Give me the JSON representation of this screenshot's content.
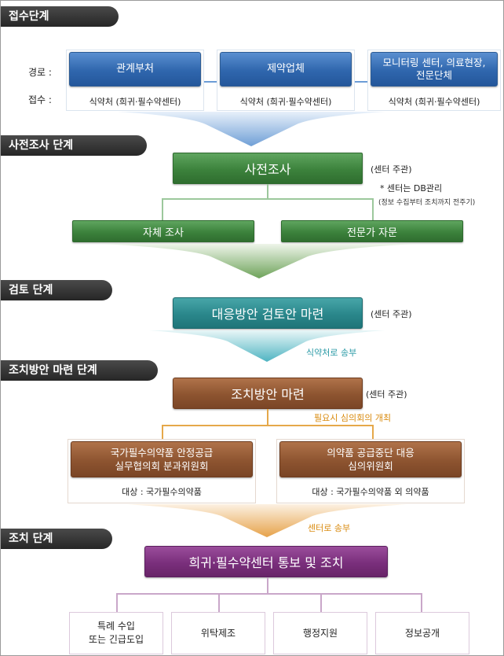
{
  "stages": {
    "s1": "접수단계",
    "s2": "사전조사 단계",
    "s3": "검토 단계",
    "s4": "조치방안 마련 단계",
    "s5": "조치 단계"
  },
  "intake": {
    "route_label": "경로 :",
    "receive_label": "접수 :",
    "sources": [
      {
        "name": "관계부처",
        "sub": "식약처 (희귀·필수약센터)"
      },
      {
        "name": "제약업체",
        "sub": "식약처 (희귀·필수약센터)"
      },
      {
        "name": "모니터링 센터, 의료현장,\n전문단체",
        "sub": "식약처 (희귀·필수약센터)"
      }
    ]
  },
  "pre": {
    "main": "사전조사",
    "note": "(센터 주관)",
    "db_note": "* 센터는 DB관리",
    "db_sub": "(정보 수집부터 조치까지 전주기)",
    "branches": [
      "자체 조사",
      "전문가 자문"
    ]
  },
  "review": {
    "main": "대응방안 검토안 마련",
    "note": "(센터 주관)",
    "arrow_note": "식약처로 송부"
  },
  "plan": {
    "main": "조치방안 마련",
    "note": "(센터 주관)",
    "arrow_note": "필요시 심의회의 개최",
    "committees": [
      {
        "name": "국가필수의약품 안정공급\n실무협의회 분과위원회",
        "target": "대상 : 국가필수의약품"
      },
      {
        "name": "의약품 공급중단 대응\n심의위원회",
        "target": "대상 : 국가필수의약품 외 의약품"
      }
    ],
    "send_note": "센터로 송부"
  },
  "action": {
    "main": "희귀·필수약센터 통보 및 조치",
    "items": [
      "특례 수입\n또는 긴급도입",
      "위탁제조",
      "행정지원",
      "정보공개"
    ]
  },
  "colors": {
    "blue": "#2f66ad",
    "green": "#3c823c",
    "teal": "#2a878b",
    "brown": "#8d5430",
    "purple": "#7a2f7c",
    "accent_orange": "#d98b0f",
    "accent_teal": "#2a9aa6"
  }
}
